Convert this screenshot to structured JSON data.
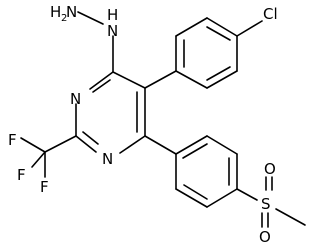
{
  "molecule": {
    "atoms": {
      "hydrazine": "H",
      "hydrazine_sub": "2",
      "hydrazine_n": "N",
      "nh": "H",
      "nh_n": "N",
      "n1": "N",
      "n3": "N",
      "f1": "F",
      "f2": "F",
      "f3": "F",
      "cl": "Cl",
      "s": "S",
      "o1": "O",
      "o2": "O"
    }
  }
}
